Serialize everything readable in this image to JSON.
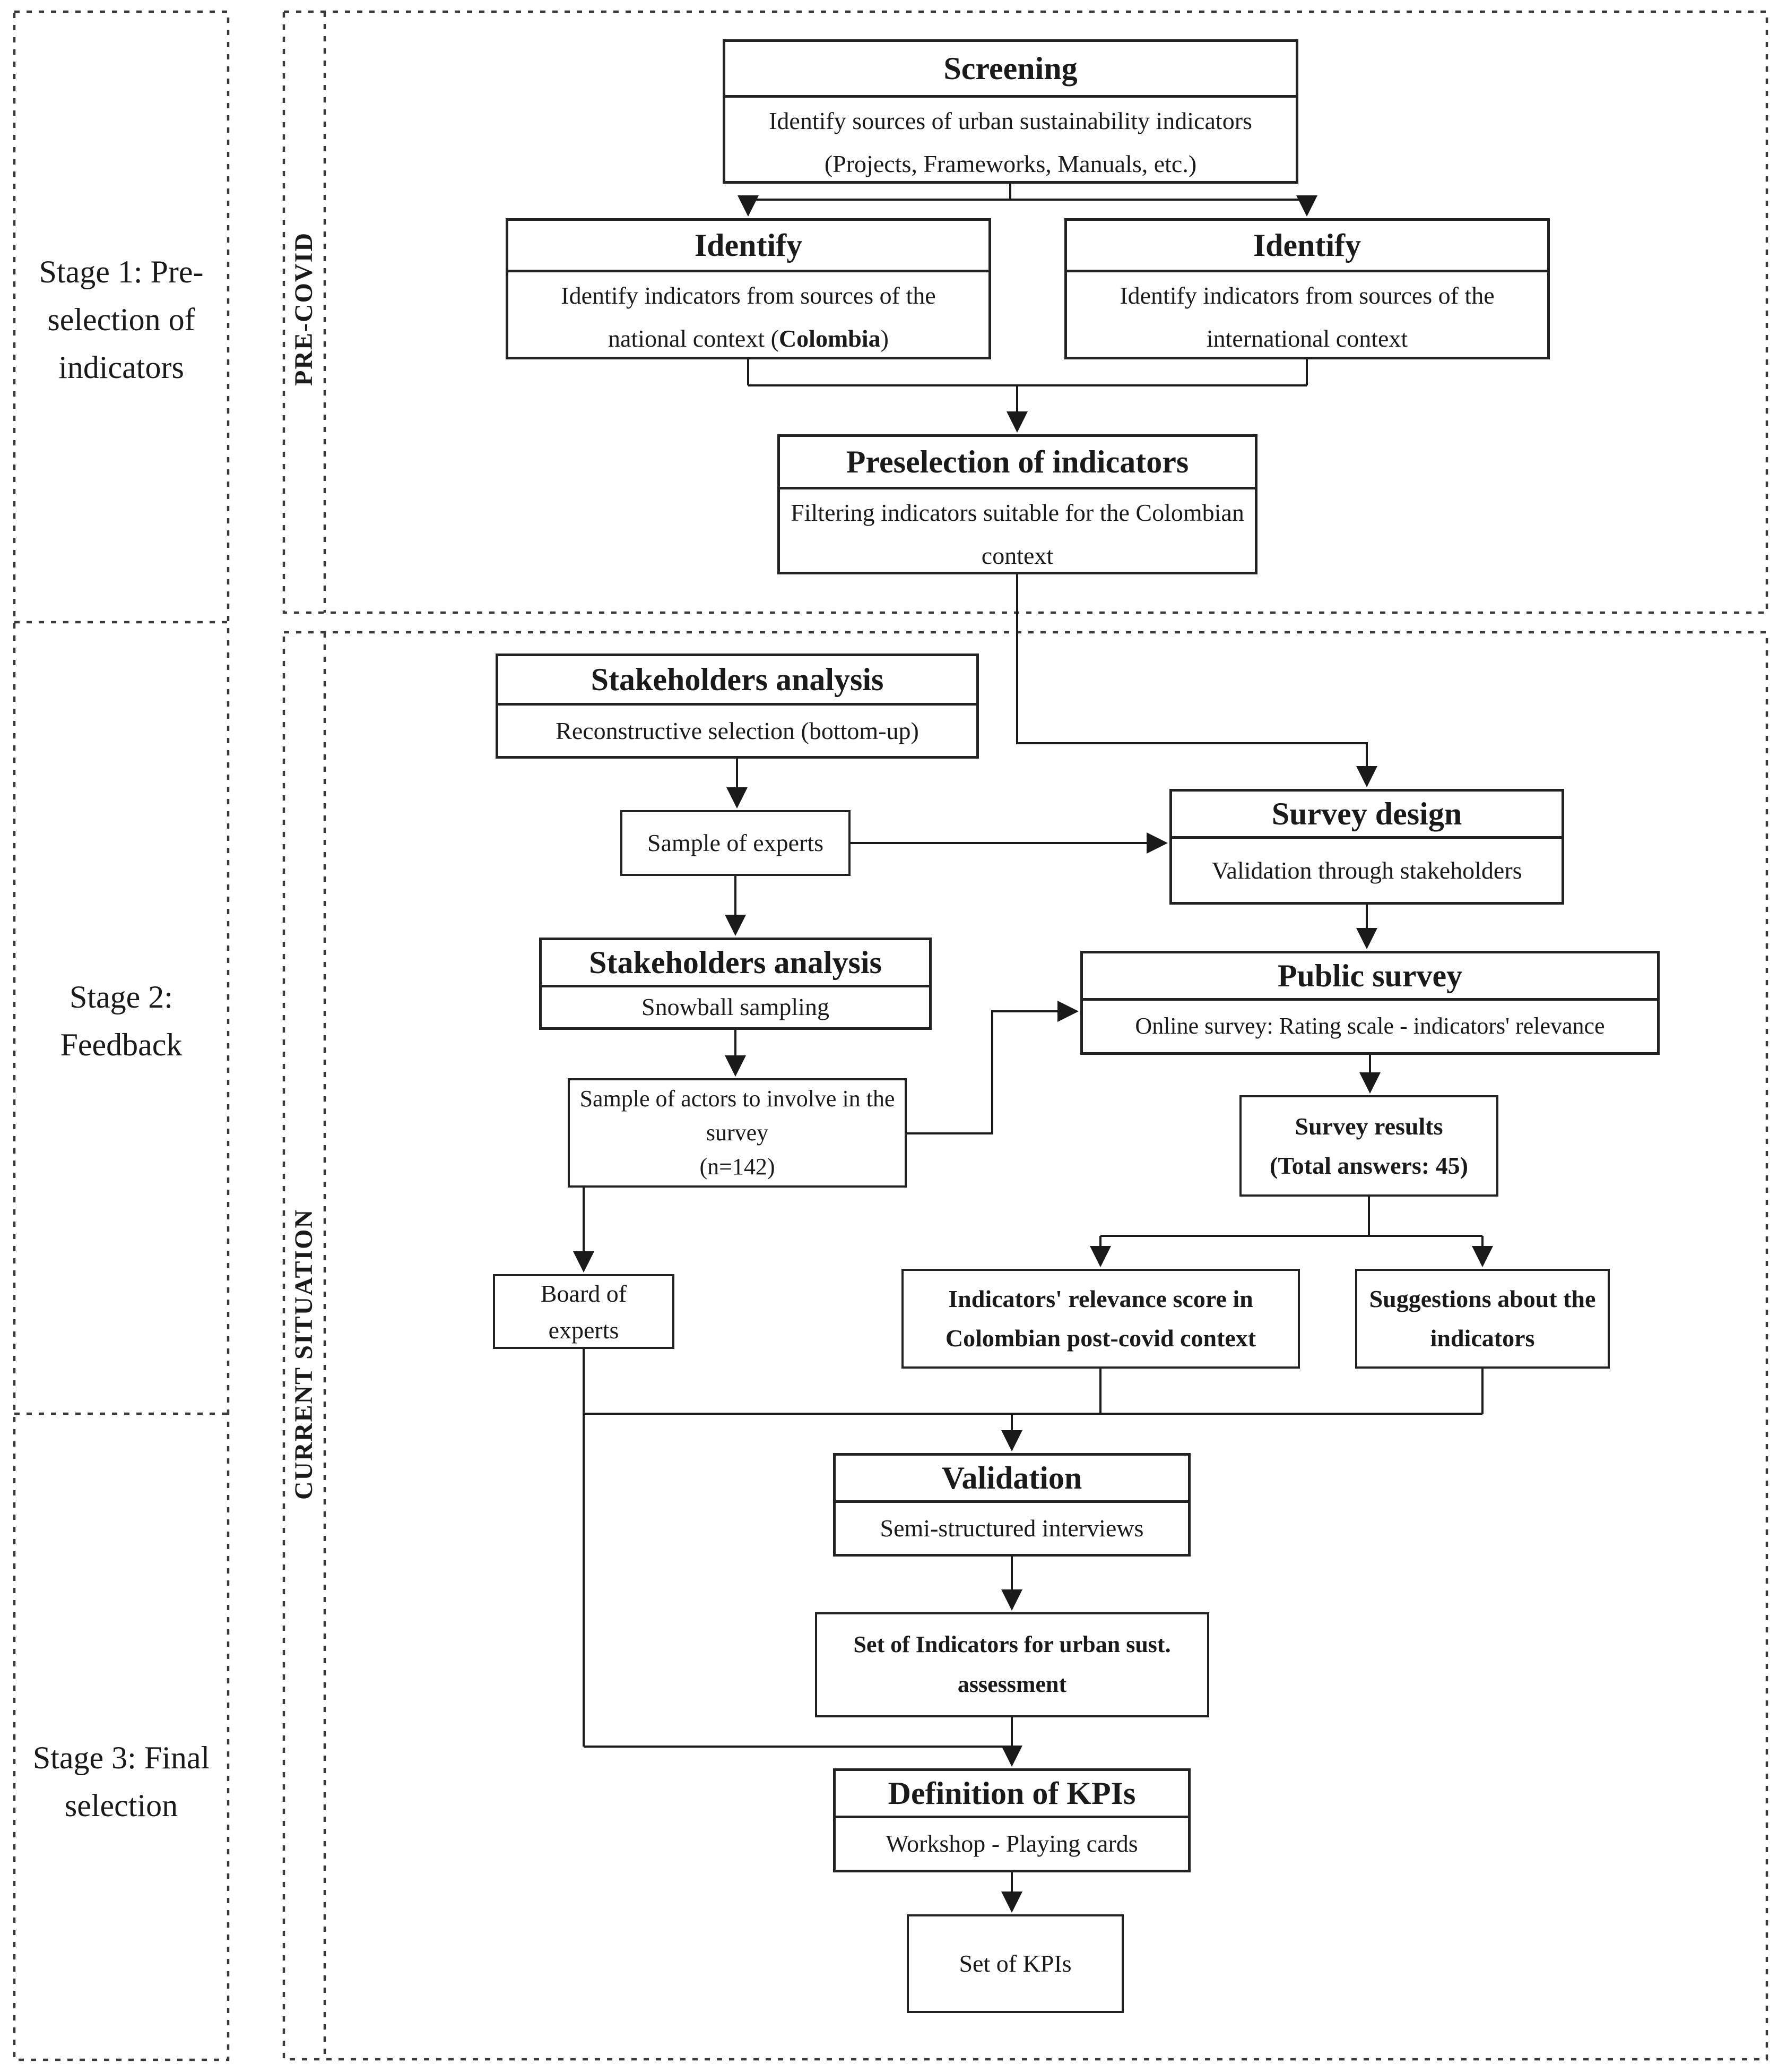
{
  "stages_column": {
    "items": [
      {
        "label": "Stage 1: Pre-selection of indicators"
      },
      {
        "label": "Stage 2: Feedback"
      },
      {
        "label": "Stage 3: Final selection"
      }
    ]
  },
  "regions": {
    "pre_covid": {
      "label": "PRE-COVID"
    },
    "current_situation": {
      "label": "CURRENT SITUATION"
    }
  },
  "nodes": {
    "screening": {
      "title": "Screening",
      "body": "Identify sources of urban sustainability indicators (Projects, Frameworks, Manuals, etc.)"
    },
    "identify_national": {
      "title": "Identify",
      "body_before": "Identify indicators from sources of the national context (",
      "body_emphasis": "Colombia",
      "body_after": ")"
    },
    "identify_international": {
      "title": "Identify",
      "body": "Identify indicators from sources of the international context"
    },
    "preselection": {
      "title": "Preselection of indicators",
      "body": "Filtering indicators suitable for the Colombian context"
    },
    "stakeholders_analysis_1": {
      "title": "Stakeholders analysis",
      "body": "Reconstructive selection (bottom-up)"
    },
    "sample_of_experts": {
      "text": "Sample of experts"
    },
    "survey_design": {
      "title": "Survey design",
      "body": "Validation through stakeholders"
    },
    "stakeholders_analysis_2": {
      "title": "Stakeholders analysis",
      "body": "Snowball sampling"
    },
    "public_survey": {
      "title": "Public survey",
      "body": "Online survey: Rating scale - indicators' relevance"
    },
    "sample_of_actors": {
      "text": "Sample of actors to involve in the survey",
      "subtext": "(n=142)"
    },
    "survey_results": {
      "text": "Survey results",
      "subtext": "(Total answers: 45)"
    },
    "board_of_experts": {
      "text": "Board of experts"
    },
    "indicators_relevance": {
      "text": "Indicators' relevance score in Colombian post-covid context"
    },
    "suggestions": {
      "text": "Suggestions about the indicators"
    },
    "validation": {
      "title": "Validation",
      "body": "Semi-structured interviews"
    },
    "set_of_indicators": {
      "text": "Set of Indicators for urban sust. assessment"
    },
    "definition_of_kpis": {
      "title": "Definition of KPIs",
      "body": "Workshop - Playing cards"
    },
    "set_of_kpis": {
      "text": "Set of KPIs"
    }
  },
  "colors": {
    "ink": "#1a1a1a",
    "solid_border": "#222222",
    "dashed_border": "#3a3a3a",
    "background": "#ffffff"
  }
}
